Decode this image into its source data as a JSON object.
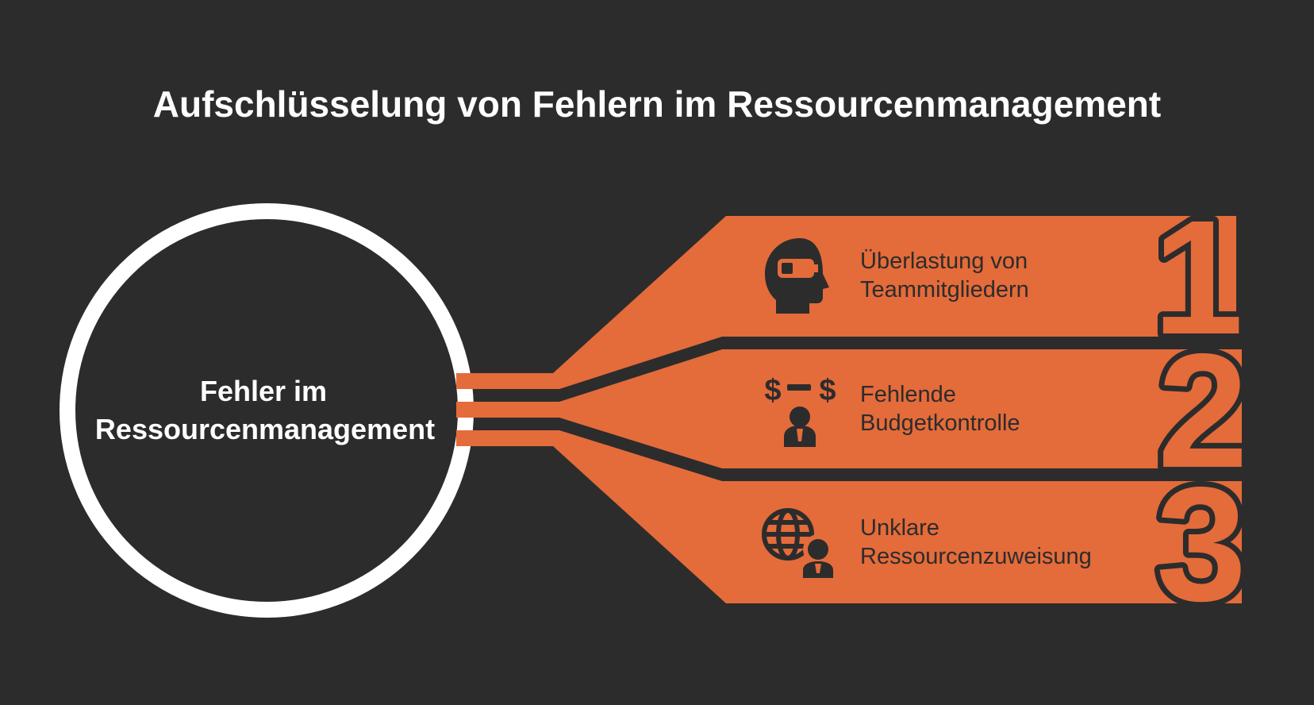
{
  "title": "Aufschlüsselung von Fehlern im Ressourcenmanagement",
  "center": {
    "line1": "Fehler im",
    "line2": "Ressourcenmanagement"
  },
  "items": [
    {
      "number": "1",
      "line1": "Überlastung von",
      "line2": "Teammitgliedern",
      "icon": "overloaded-head-icon"
    },
    {
      "number": "2",
      "line1": "Fehlende",
      "line2": "Budgetkontrolle",
      "icon": "budget-person-icon"
    },
    {
      "number": "3",
      "line1": "Unklare",
      "line2": "Ressourcenzuweisung",
      "icon": "globe-person-icon"
    }
  ],
  "colors": {
    "background": "#2c2c2c",
    "accent": "#e46b3a",
    "ring": "#ffffff",
    "text_light": "#ffffff",
    "text_dark": "#2c2c2c"
  }
}
